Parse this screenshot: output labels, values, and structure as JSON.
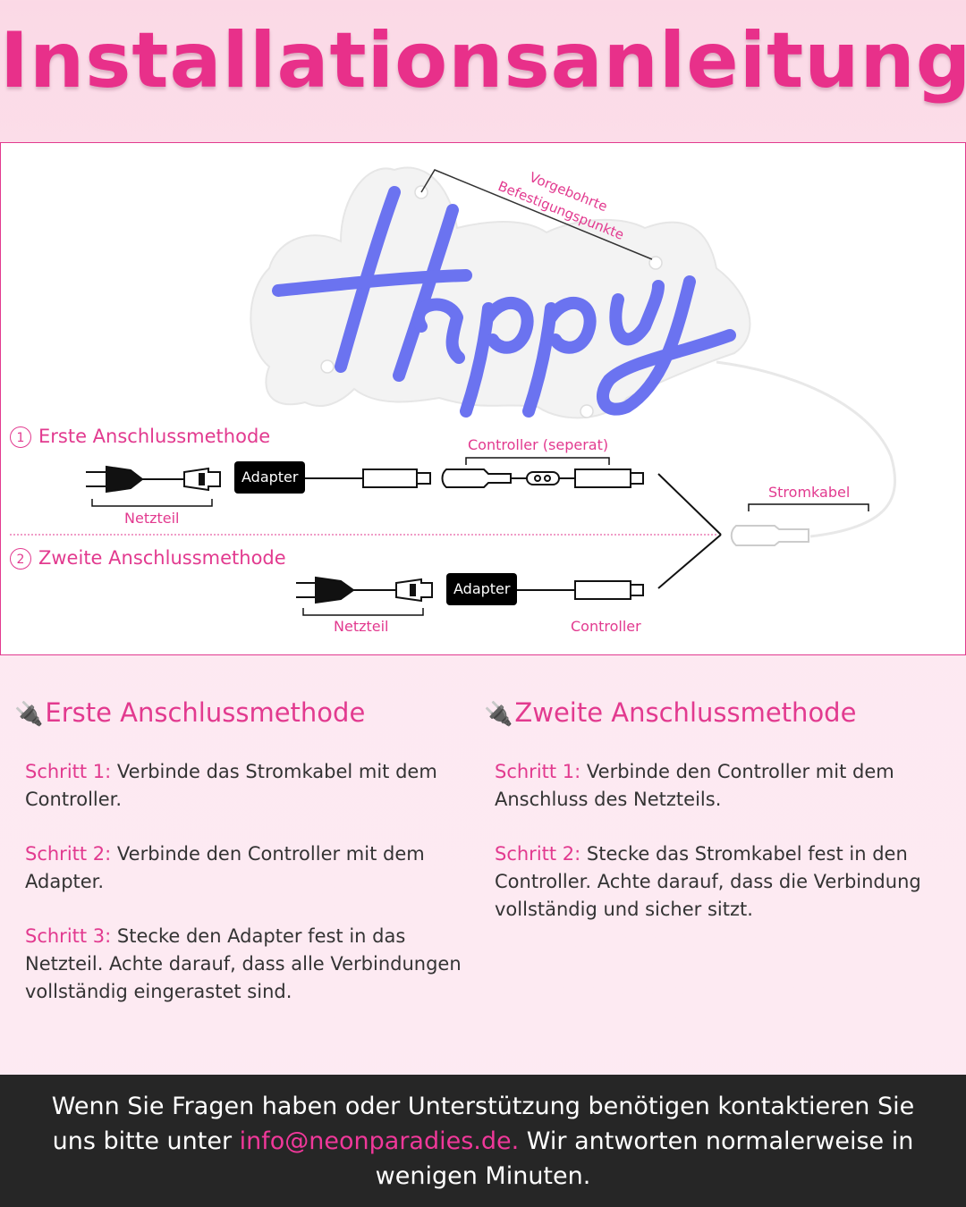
{
  "title": "Installationsanleitung",
  "diagram": {
    "sign_text": "Happy",
    "mount_label_line1": "Vorgebohrte",
    "mount_label_line2": "Befestigungspunkte",
    "method1_num": "1",
    "method1_title": "Erste Anschlussmethode",
    "method2_num": "2",
    "method2_title": "Zweite Anschlussmethode",
    "controller_separat": "Controller (seperat)",
    "adapter": "Adapter",
    "netzteil": "Netzteil",
    "stromkabel": "Stromkabel",
    "controller": "Controller"
  },
  "columns": [
    {
      "heading": "Erste Anschlussmethode",
      "steps": [
        {
          "key": "Schritt 1:",
          "text": " Verbinde das Stromkabel mit dem Controller."
        },
        {
          "key": "Schritt 2:",
          "text": " Verbinde den Controller mit dem Adapter."
        },
        {
          "key": "Schritt 3:",
          "text": " Stecke den Adapter fest in das Netzteil. Achte darauf, dass alle Verbindungen vollständig eingerastet sind."
        }
      ]
    },
    {
      "heading": "Zweite Anschlussmethode",
      "steps": [
        {
          "key": "Schritt 1:",
          "text": " Verbinde den Controller mit dem Anschluss des Netzteils."
        },
        {
          "key": "Schritt 2:",
          "text": " Stecke das Stromkabel fest in den Controller. Achte darauf, dass die Verbindung vollständig und sicher sitzt."
        }
      ]
    }
  ],
  "footer": {
    "text_before": "Wenn Sie Fragen haben oder Unterstützung benötigen kontaktieren Sie uns bitte unter ",
    "email": "info@neonparadies.de.",
    "text_after": " Wir antworten normalerweise in wenigen Minuten."
  },
  "colors": {
    "accent": "#e23a8f",
    "neon": "#6b73f0",
    "footer_bg": "#262626"
  },
  "icons": {
    "plug": "plug-icon"
  }
}
